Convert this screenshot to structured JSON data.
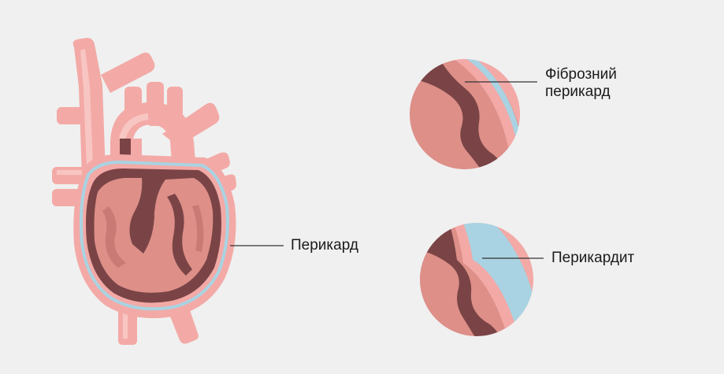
{
  "labels": {
    "pericardium": "Перикард",
    "fibrous_line1": "Фіброзний",
    "fibrous_line2": "перикард",
    "pericarditis": "Перикардит"
  },
  "colors": {
    "background": "#f0f0f0",
    "vessel_pink": "#f3aaa7",
    "vessel_highlight": "#f8c6c2",
    "myocardium": "#dd8f88",
    "myocardium_dark": "#7a4446",
    "pericardium_blue": "#a9d3e2",
    "outer_wall": "#cc7f7b",
    "leader_line": "#333333"
  }
}
